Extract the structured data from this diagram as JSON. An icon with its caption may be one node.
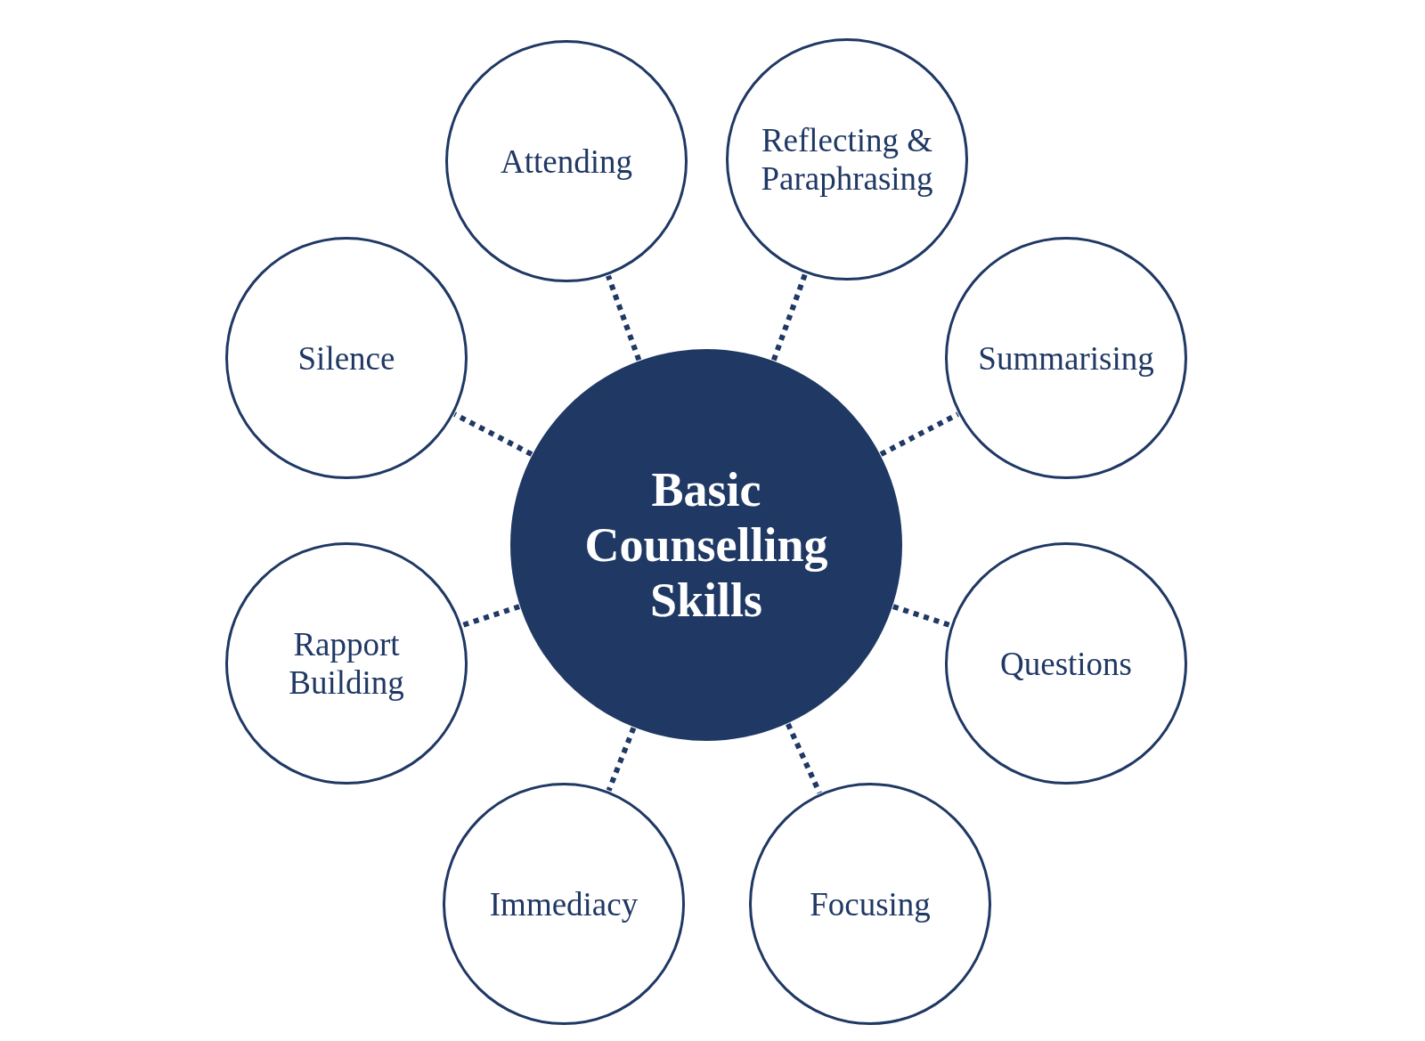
{
  "diagram": {
    "nodes": [
      {
        "text": [
          "Attending"
        ]
      },
      {
        "text": [
          "Reflecting & Paraphrasing"
        ]
      },
      {
        "text": [
          "Silence"
        ]
      },
      {
        "text": [
          "Summarising"
        ]
      },
      {
        "text": [
          "Basic Counselling Skills"
        ]
      },
      {
        "text": [
          "Rapport Building"
        ]
      },
      {
        "text": [
          "Questions"
        ]
      },
      {
        "text": [
          "Immediacy"
        ]
      },
      {
        "text": [
          "Focusing"
        ]
      }
    ],
    "edges": [
      {
        "from": 4,
        "to": 0,
        "arrow": "none",
        "style": "dashed"
      },
      {
        "from": 4,
        "to": 1,
        "arrow": "none",
        "style": "dashed"
      },
      {
        "from": 4,
        "to": 2,
        "arrow": "none",
        "style": "dashed"
      },
      {
        "from": 4,
        "to": 3,
        "arrow": "none",
        "style": "dashed"
      },
      {
        "from": 4,
        "to": 5,
        "arrow": "none",
        "style": "dashed"
      },
      {
        "from": 4,
        "to": 6,
        "arrow": "none",
        "style": "dashed"
      },
      {
        "from": 4,
        "to": 7,
        "arrow": "none",
        "style": "dashed"
      },
      {
        "from": 4,
        "to": 8,
        "arrow": "none",
        "style": "dashed"
      }
    ]
  }
}
